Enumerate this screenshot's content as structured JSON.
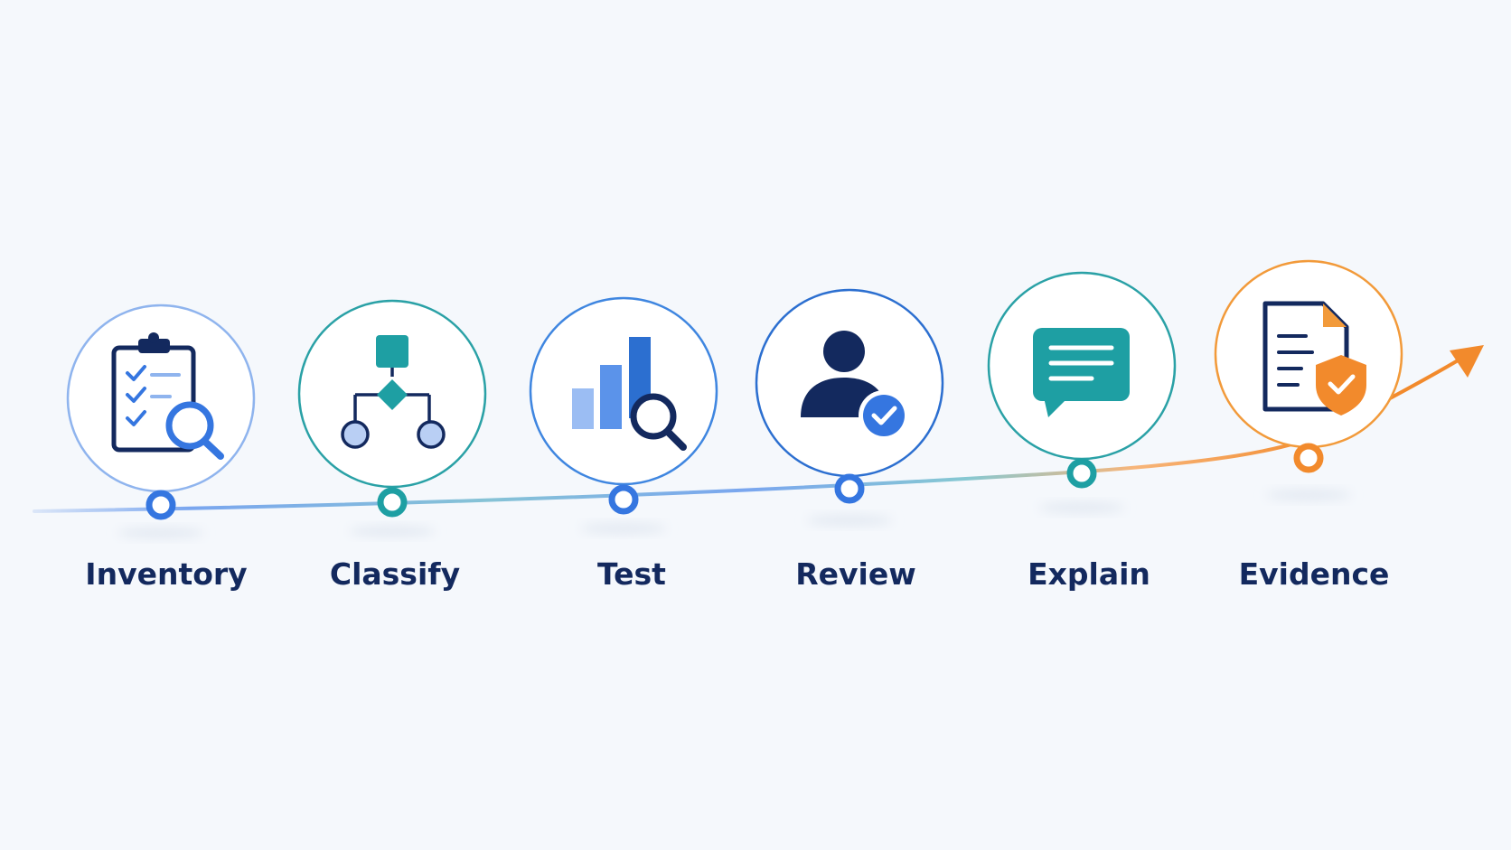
{
  "steps": [
    {
      "label": "Inventory",
      "icon": "clipboard-checklist-search-icon",
      "color": "#8fb4ee"
    },
    {
      "label": "Classify",
      "icon": "decision-flowchart-icon",
      "color": "#2aa1a6"
    },
    {
      "label": "Test",
      "icon": "bar-chart-search-icon",
      "color": "#3f86e0"
    },
    {
      "label": "Review",
      "icon": "user-check-icon",
      "color": "#2c6fd0"
    },
    {
      "label": "Explain",
      "icon": "chat-bubble-icon",
      "color": "#2aa1a6"
    },
    {
      "label": "Evidence",
      "icon": "document-shield-icon",
      "color": "#f29a3a"
    }
  ],
  "colors": {
    "navy": "#13295e",
    "blue": "#3576e0",
    "light_blue": "#8fb4ee",
    "teal": "#1e9fa3",
    "orange": "#f29a3a",
    "background": "#f5f8fc"
  }
}
